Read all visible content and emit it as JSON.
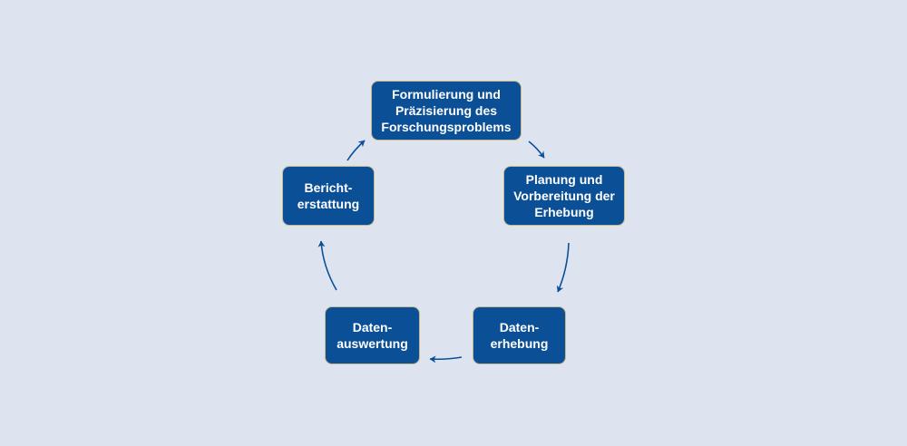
{
  "diagram": {
    "colors": {
      "background": "#dde4f0",
      "node_fill": "#0b4f96",
      "node_border": "#c8b98a",
      "node_text": "#ffffff",
      "arrow": "#0b4f96"
    },
    "nodes": [
      {
        "id": "n1",
        "label": "Formulierung  und\nPräzisierung des\nForschungsproblems"
      },
      {
        "id": "n2",
        "label": "Planung und\nVorbereitung der\nErhebung"
      },
      {
        "id": "n3",
        "label": "Daten-\nerhebung"
      },
      {
        "id": "n4",
        "label": "Daten-\nauswertung"
      },
      {
        "id": "n5",
        "label": "Bericht-\nerstattung"
      }
    ],
    "edges": [
      {
        "from": "n1",
        "to": "n2"
      },
      {
        "from": "n2",
        "to": "n3"
      },
      {
        "from": "n3",
        "to": "n4"
      },
      {
        "from": "n4",
        "to": "n5"
      },
      {
        "from": "n5",
        "to": "n1"
      }
    ]
  }
}
